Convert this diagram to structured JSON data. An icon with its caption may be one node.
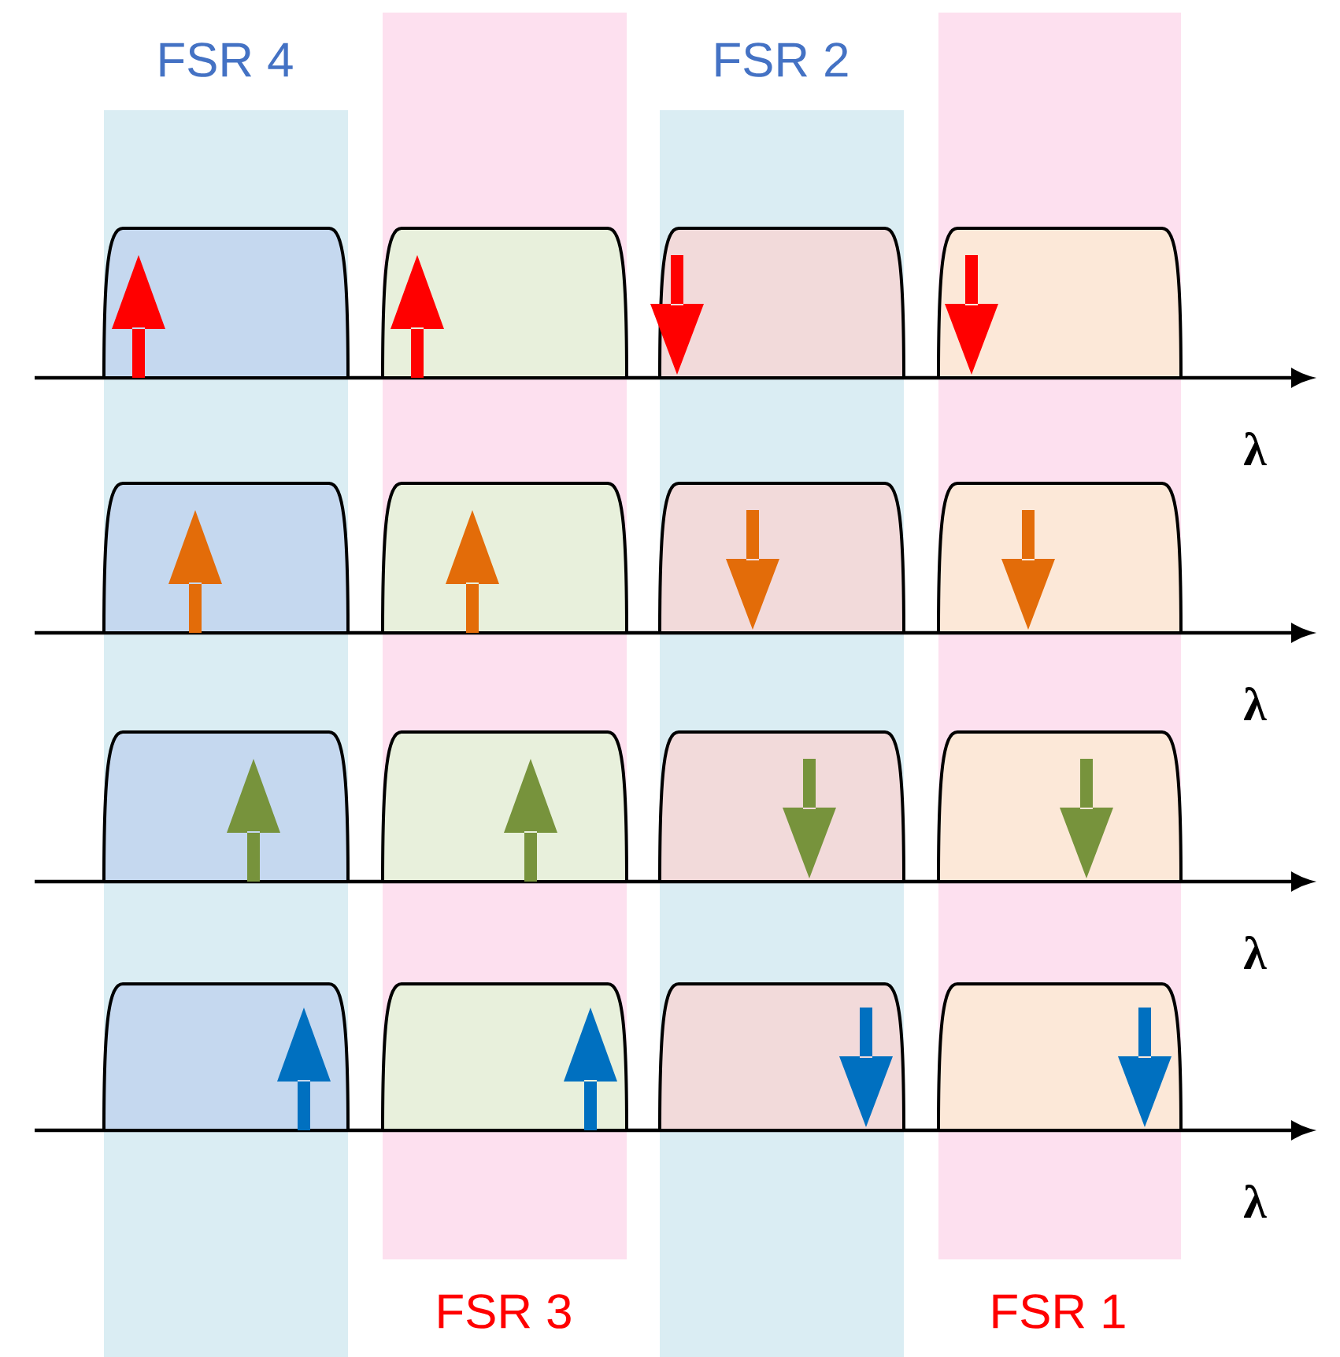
{
  "diagram": {
    "nodes": [
      {
        "text": [
          "FSR 4"
        ]
      },
      {
        "text": [
          "FSR 3"
        ]
      },
      {
        "text": [
          "FSR 2"
        ]
      },
      {
        "text": [
          "FSR 1"
        ]
      },
      {
        "text": [],
        "shape": "box",
        "in": 0
      },
      {
        "text": [],
        "shape": "box",
        "in": 1
      },
      {
        "text": [],
        "shape": "box",
        "in": 2
      },
      {
        "text": [],
        "shape": "box",
        "in": 3
      },
      {
        "text": [],
        "shape": "box",
        "in": 0
      },
      {
        "text": [],
        "shape": "box",
        "in": 1
      },
      {
        "text": [],
        "shape": "box",
        "in": 2
      },
      {
        "text": [],
        "shape": "box",
        "in": 3
      },
      {
        "text": [],
        "shape": "box",
        "in": 0
      },
      {
        "text": [],
        "shape": "box",
        "in": 1
      },
      {
        "text": [],
        "shape": "box",
        "in": 2
      },
      {
        "text": [],
        "shape": "box",
        "in": 3
      },
      {
        "text": [],
        "shape": "box",
        "in": 0
      },
      {
        "text": [],
        "shape": "box",
        "in": 1
      },
      {
        "text": [],
        "shape": "box",
        "in": 2
      },
      {
        "text": [],
        "shape": "box",
        "in": 3
      }
    ],
    "labels": [
      "λ",
      "λ",
      "λ",
      "λ"
    ]
  }
}
